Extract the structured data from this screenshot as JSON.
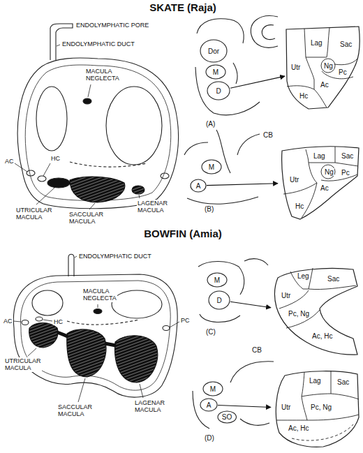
{
  "diagram": {
    "nodes": [
      {
        "text": [
          "Dor"
        ]
      },
      {
        "text": [
          "M"
        ]
      },
      {
        "text": [
          "D"
        ]
      },
      {
        "text": [
          "Lag",
          "Sac",
          "Utr",
          "Ng",
          "Pc",
          "Ac",
          "Hc"
        ]
      },
      {
        "text": [
          "M"
        ]
      },
      {
        "text": [
          "A"
        ]
      },
      {
        "text": [
          "Lag",
          "Sac",
          "Utr",
          "Ng",
          "Pc",
          "Ac",
          "Hc"
        ]
      },
      {
        "text": [
          "M"
        ]
      },
      {
        "text": [
          "D"
        ]
      },
      {
        "text": [
          "Leg",
          "Sac",
          "Utr",
          "Pc, Ng",
          "Ac, Hc"
        ]
      },
      {
        "text": [
          "M"
        ]
      },
      {
        "text": [
          "A"
        ]
      },
      {
        "text": [
          "SO"
        ]
      },
      {
        "text": [
          "Lag",
          "Sac",
          "Utr",
          "Pc, Ng",
          "Ac, Hc"
        ]
      }
    ],
    "edges": [
      {
        "from": 2,
        "to": 3,
        "arrow": "to"
      },
      {
        "from": 5,
        "to": 6,
        "arrow": "to"
      },
      {
        "from": 8,
        "to": 9,
        "arrow": "to"
      },
      {
        "from": 11,
        "to": 13,
        "arrow": "to"
      }
    ],
    "labels": [
      "SKATE (Raja)",
      "ENDOLYMPHATIC PORE",
      "ENDOLYMPHATIC DUCT",
      "MACULA NEGLECTA",
      "AC",
      "HC",
      "UTRICULAR MACULA",
      "SACCULAR MACULA",
      "LAGENAR MACULA",
      "(A)",
      "CB",
      "(B)",
      "BOWFIN (Amia)",
      "ENDOLYMPHATIC DUCT",
      "MACULA NEGLECTA",
      "HC",
      "AC",
      "PC",
      "UTRICULAR MACULA",
      "SACCULAR MACULA",
      "LAGENAR MACULA",
      "(C)",
      "CB",
      "(D)"
    ]
  }
}
